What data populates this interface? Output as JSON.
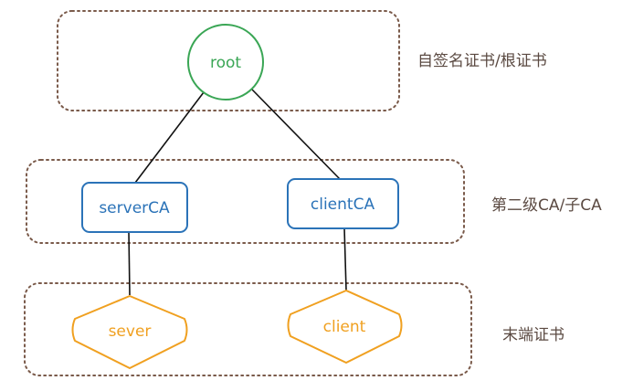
{
  "tiers": [
    {
      "id": "root-tier",
      "label": "自签名证书/根证书"
    },
    {
      "id": "ca-tier",
      "label": "第二级CA/子CA"
    },
    {
      "id": "leaf-tier",
      "label": "末端证书"
    }
  ],
  "nodes": {
    "root": {
      "label": "root"
    },
    "serverCA": {
      "label": "serverCA"
    },
    "clientCA": {
      "label": "clientCA"
    },
    "sever": {
      "label": "sever"
    },
    "client": {
      "label": "client"
    }
  },
  "colors": {
    "tier_border": "#7a5a4a",
    "tier_label": "#5b4a42",
    "root": "#3aa655",
    "ca": "#2b73b8",
    "leaf": "#f0a020",
    "edge": "#111111"
  }
}
